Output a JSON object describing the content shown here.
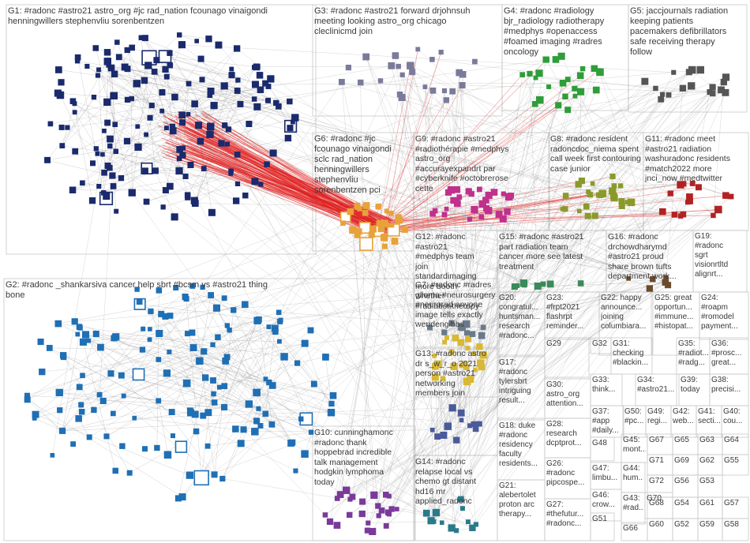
{
  "groups": [
    {
      "id": "g1",
      "label": "G1: #radonc #astro21 astro_org #jc rad_nation fcounago vinaigondi\nhenningwillers stephenvliu sorenbentzen"
    },
    {
      "id": "g2",
      "label": "G2: #radonc _shankarsiva cancer help sbrt #bcsm vs #astro21 thing\nbone"
    },
    {
      "id": "g3",
      "label": "G3: #radonc #astro21 forward drjohnsuh\nmeeting looking astro_org chicago\ncleclinicmd join"
    },
    {
      "id": "g4",
      "label": "G4: #radonc #radiology\nbjr_radiology radiotherapy\n#medphys #openaccess\n#foamed imaging #radres\noncology"
    },
    {
      "id": "g5",
      "label": "G5: jaccjournals radiation\nkeeping patients\npacemakers defibrillators\nsafe receiving therapy\nfollow"
    },
    {
      "id": "g6",
      "label": "G6: #radonc #jc\nfcounago vinaigondi\nsclc rad_nation\nhenningwillers\nstephenvliu\nsorenbentzen pci"
    },
    {
      "id": "g7",
      "label": "G7: #radonc #radres\nglioma #neurosurgery\n#neurorad anyone\nimage tells exactly\nwendengibbs"
    },
    {
      "id": "g8",
      "label": "G8: #radonc resident\nradoncdoc_niema spent\ncall week first contouring\ncase junior"
    },
    {
      "id": "g9",
      "label": "G9: #radonc #astro21\n#radiothérapie #medphys\nastro_org\n#accurayexpandrt par\n#cyberknife #octobrerose\ncette"
    },
    {
      "id": "g10",
      "label": "G10: cunninghamonc\n#radonc thank\nhoppebrad incredible\ntalk management\nhodgkin lymphoma\ntoday"
    },
    {
      "id": "g11",
      "label": "G11: #radonc meet\n#astro21 radiation\nwashuradonc residents\n#match2022 more\njnci_now #medtwitter"
    },
    {
      "id": "g12",
      "label": "G12: #radonc\n#astro21\n#medphys team\njoin\nstandardimaging\nmore booth\nwhether\n#radiationtherapy"
    },
    {
      "id": "g13",
      "label": "G13: #radonc astro\ndr s_w_r_o 2021\nperson #astro21\nnetworking\nmembers join"
    },
    {
      "id": "g14",
      "label": "G14: #radonc\nrelapse local vs\nchemo gt distant\nhd16 mr\napplied_radonc"
    },
    {
      "id": "g15",
      "label": "G15: #radonc #astro21\npart radiation team\ncancer more see latest\ntreatment"
    },
    {
      "id": "g16",
      "label": "G16: #radonc\ndrchowdharymd\n#astro21 proud\nshare brown tufts\ndepartment work..."
    },
    {
      "id": "g17",
      "label": "G17:\n#radonc\ntylersbrt\nintriguing\nresult..."
    },
    {
      "id": "g18",
      "label": "G18: duke\n#radonc\nresidency\nfaculty\nresidents..."
    },
    {
      "id": "g19",
      "label": "G19:\n#radonc\nsgrt\nvisionrtltd\nalignrt..."
    },
    {
      "id": "g20",
      "label": "G20:\ncongratul...\nhuntsman...\nresearch\n#radonc..."
    },
    {
      "id": "g21",
      "label": "G21:\nalebertolet\nproton arc\ntherapy..."
    },
    {
      "id": "g22",
      "label": "G22: happy\nannounce...\njoining\ncolumbiara..."
    },
    {
      "id": "g23",
      "label": "G23:\n#frpt2021\nflashrpt\nreminder..."
    },
    {
      "id": "g24",
      "label": "G24:\n#roapm\n#romodel\npayment..."
    },
    {
      "id": "g25",
      "label": "G25: great\nopportun...\n#immune...\n#histopat..."
    },
    {
      "id": "g26",
      "label": "G26:\n#radonc\npipcospe..."
    },
    {
      "id": "g27",
      "label": "G27:\n#thefutur...\n#radonc..."
    },
    {
      "id": "g28",
      "label": "G28:\nresearch\ndcptprot..."
    },
    {
      "id": "g29",
      "label": "G29"
    },
    {
      "id": "g30",
      "label": "G30:\nastro_org\nattention..."
    },
    {
      "id": "g31",
      "label": "G31:\nchecking\n#blackin..."
    },
    {
      "id": "g32",
      "label": "G32"
    },
    {
      "id": "g33",
      "label": "G33:\nthink..."
    },
    {
      "id": "g34",
      "label": "G34:\n#astro21..."
    },
    {
      "id": "g35",
      "label": "G35:\n#radiot...\n#radg..."
    },
    {
      "id": "g36",
      "label": "G36:\n#prosc...\ngreat..."
    },
    {
      "id": "g37",
      "label": "G37:\n#app\n#daily..."
    },
    {
      "id": "g38",
      "label": "G38:\nprecisi..."
    },
    {
      "id": "g39",
      "label": "G39:\ntoday"
    },
    {
      "id": "g40",
      "label": "G40:\ncou..."
    },
    {
      "id": "g41",
      "label": "G41:\nsecti..."
    },
    {
      "id": "g42",
      "label": "G42:\nweb..."
    },
    {
      "id": "g43",
      "label": "G43:\n#rad..."
    },
    {
      "id": "g44",
      "label": "G44:\nhum..."
    },
    {
      "id": "g45",
      "label": "G45:\nmont..."
    },
    {
      "id": "g46",
      "label": "G46:\ncrow..."
    },
    {
      "id": "g47",
      "label": "G47:\nlimbu..."
    },
    {
      "id": "g48",
      "label": "G48"
    },
    {
      "id": "g49",
      "label": "G49:\nregi..."
    },
    {
      "id": "g50",
      "label": "G50:\n#pc..."
    },
    {
      "id": "g51",
      "label": "G51"
    },
    {
      "id": "g52",
      "label": "G52"
    },
    {
      "id": "g53",
      "label": "G53"
    },
    {
      "id": "g54",
      "label": "G54"
    },
    {
      "id": "g55",
      "label": "G55"
    },
    {
      "id": "g56",
      "label": "G56"
    },
    {
      "id": "g57",
      "label": "G57"
    },
    {
      "id": "g58",
      "label": "G58"
    },
    {
      "id": "g59",
      "label": "G59"
    },
    {
      "id": "g60",
      "label": "G60"
    },
    {
      "id": "g61",
      "label": "G61"
    },
    {
      "id": "g62",
      "label": "G62"
    },
    {
      "id": "g63",
      "label": "G63"
    },
    {
      "id": "g64",
      "label": "G64"
    },
    {
      "id": "g65",
      "label": "G65"
    },
    {
      "id": "g66",
      "label": "G66"
    },
    {
      "id": "g67",
      "label": "G67"
    },
    {
      "id": "g68",
      "label": "G68"
    },
    {
      "id": "g69",
      "label": "G69"
    },
    {
      "id": "g70",
      "label": "G70"
    },
    {
      "id": "g71",
      "label": "G71"
    },
    {
      "id": "g72",
      "label": "G72"
    }
  ],
  "colors": {
    "background": "#ffffff",
    "panel_border": "#c8c8c8",
    "label_text": "#3a3a3a",
    "edge_grey": "#8a8a8a",
    "edge_red": "#e02020",
    "g1_nodes": "#1a2a6c",
    "g2_nodes": "#1f6fb5",
    "g4_nodes": "#2e9d3a",
    "g6_nodes": "#e8a23a",
    "g7_nodes": "#d8b834",
    "g9_nodes": "#c0308c",
    "g10_nodes": "#7a3a9a",
    "g11_nodes": "#b22222"
  }
}
